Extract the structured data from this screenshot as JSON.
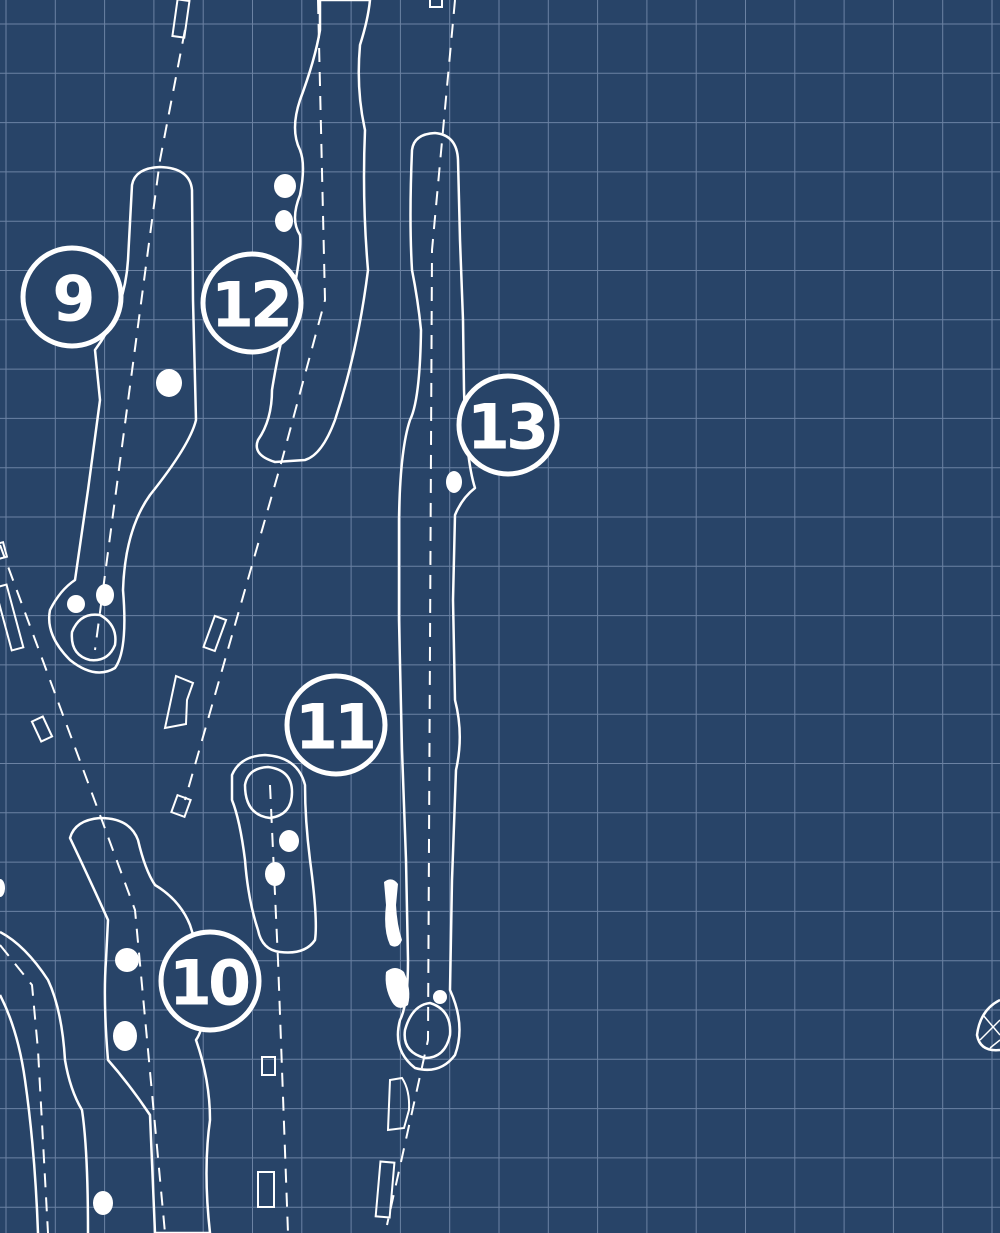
{
  "map": {
    "theme": "blueprint",
    "colors": {
      "background": "#284468",
      "grid": "#6b82a3",
      "lines": "#ffffff"
    },
    "holes": [
      {
        "label": "9"
      },
      {
        "label": "12"
      },
      {
        "label": "13"
      },
      {
        "label": "11"
      },
      {
        "label": "10"
      }
    ]
  }
}
